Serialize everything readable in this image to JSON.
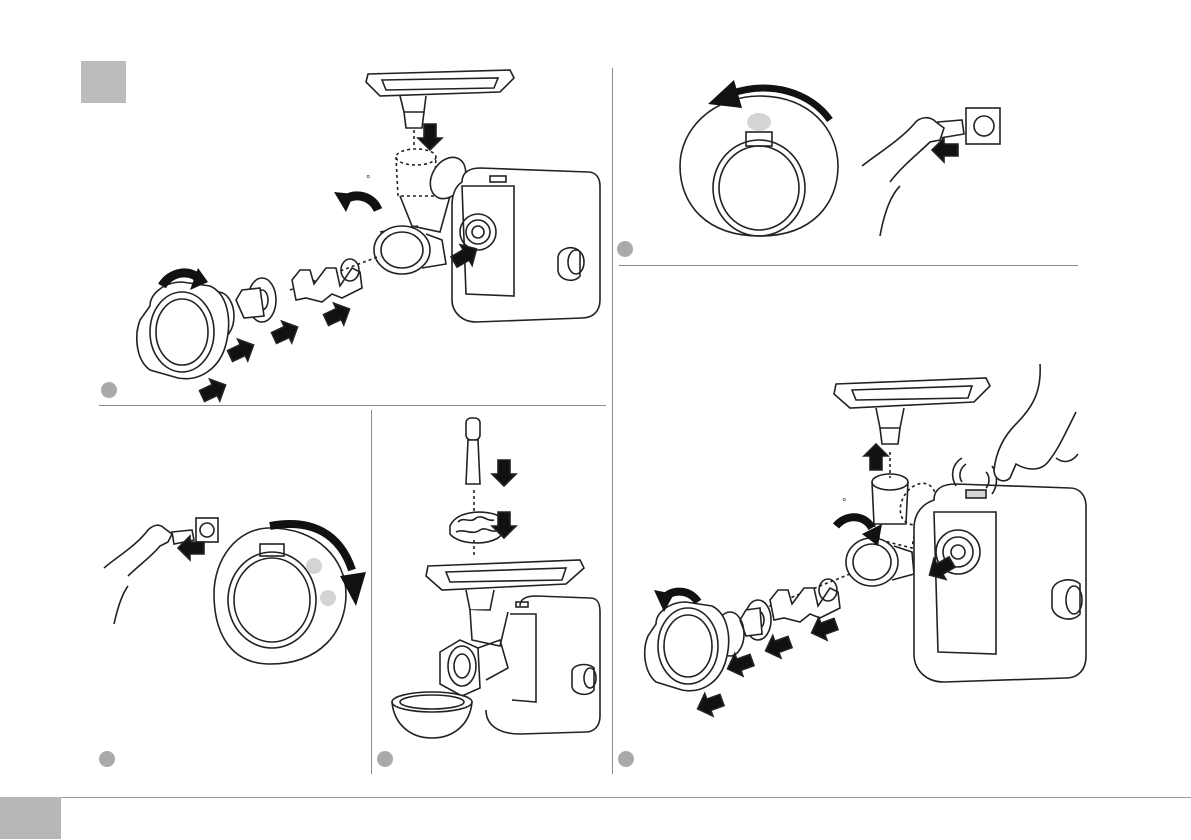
{
  "document": {
    "type": "assembly-instructions",
    "panels": [
      {
        "id": "assemble-grinder",
        "step_label": ""
      },
      {
        "id": "lock-and-plug-in",
        "step_label": ""
      },
      {
        "id": "plug-and-switch",
        "step_label": ""
      },
      {
        "id": "feed-meat",
        "step_label": ""
      },
      {
        "id": "disassemble",
        "step_label": ""
      }
    ]
  },
  "colors": {
    "line": "#222222",
    "arrow": "#111111",
    "marker_gray": "#a9a9a9",
    "light_gray": "#d4d4d4"
  },
  "icons": [
    "rotate-arrow-icon",
    "push-arrow-icon",
    "power-plug-icon",
    "hand-icon",
    "meat-grinder-icon"
  ]
}
